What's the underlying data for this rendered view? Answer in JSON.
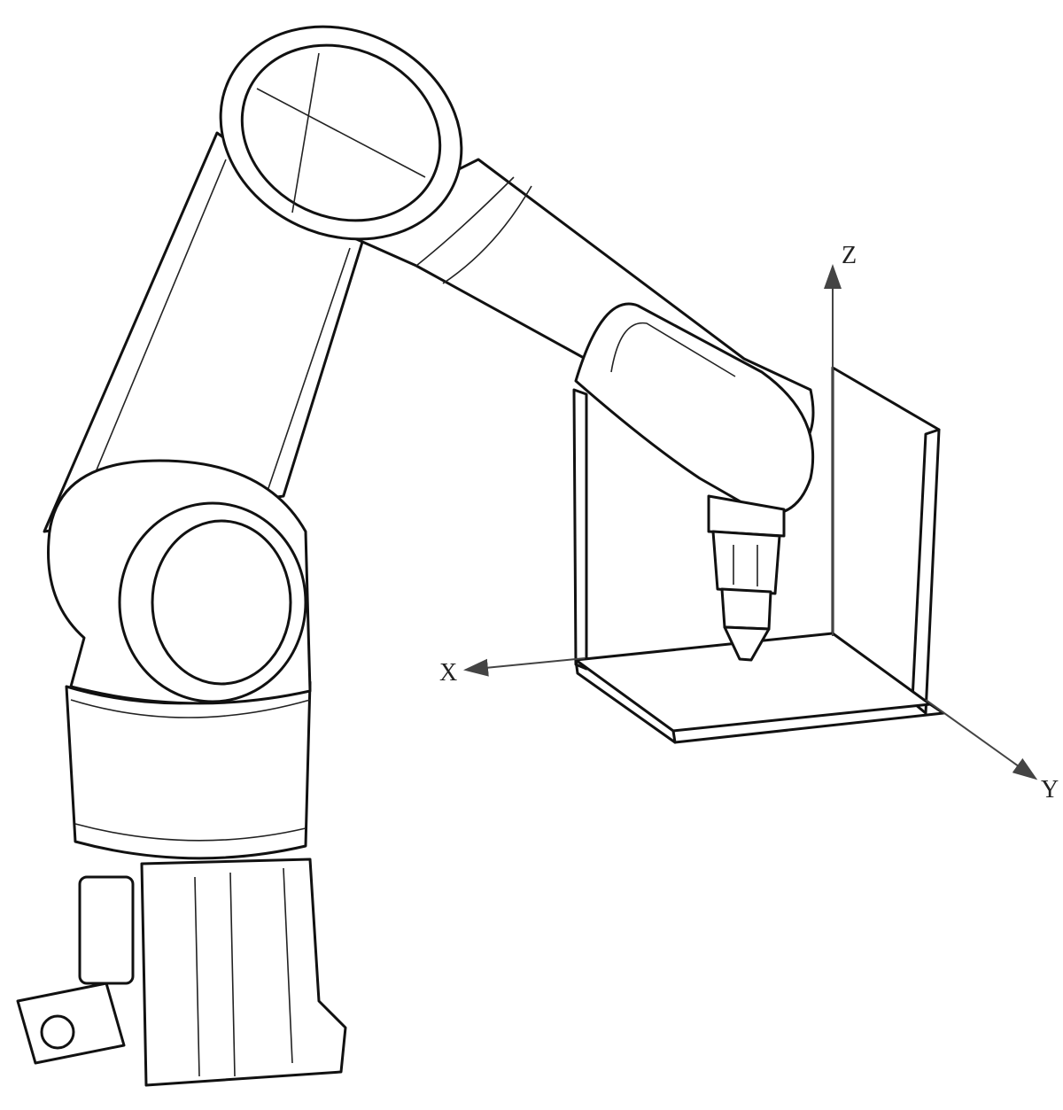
{
  "diagram": {
    "subject": "robot-arm-with-workpiece-fixture",
    "axes": {
      "x_label": "X",
      "y_label": "Y",
      "z_label": "Z"
    },
    "colors": {
      "line": "#111111",
      "axis": "#444444",
      "background": "#ffffff"
    }
  }
}
